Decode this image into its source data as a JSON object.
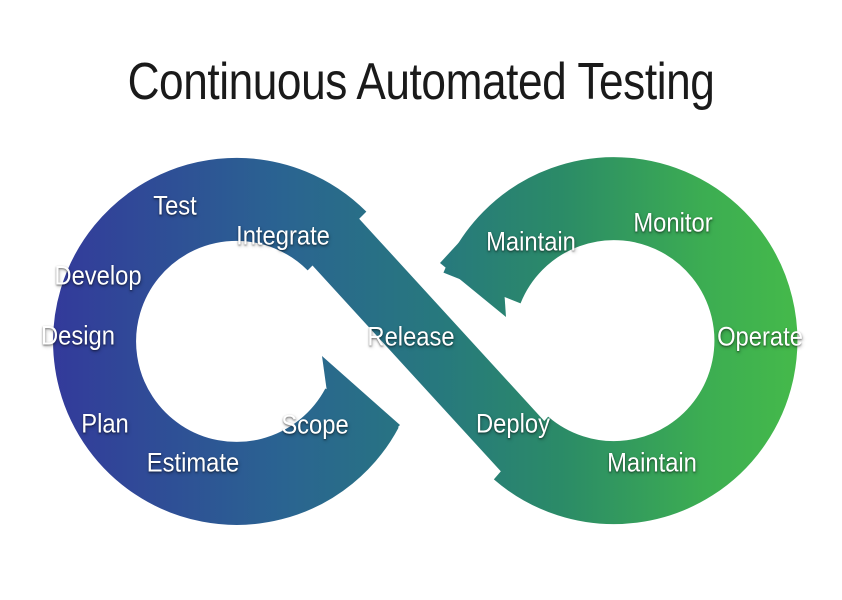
{
  "title": "Continuous Automated Testing",
  "diagram": {
    "type": "infinity-loop",
    "colors": {
      "gradient_left_indigo": "#333a9b",
      "gradient_blue": "#2a6491",
      "gradient_center_teal": "#27797d",
      "gradient_seagreen": "#2b8b67",
      "gradient_green": "#3cad52",
      "gradient_right_green": "#45ba4a",
      "label_text": "#ffffff",
      "title_text": "#1a1a1a",
      "background": "#ffffff"
    },
    "labels": [
      {
        "text": "Test",
        "loop": "left"
      },
      {
        "text": "Integrate",
        "loop": "left"
      },
      {
        "text": "Develop",
        "loop": "left"
      },
      {
        "text": "Design",
        "loop": "left"
      },
      {
        "text": "Plan",
        "loop": "left"
      },
      {
        "text": "Estimate",
        "loop": "left"
      },
      {
        "text": "Scope",
        "loop": "left"
      },
      {
        "text": "Release",
        "loop": "center"
      },
      {
        "text": "Maintain",
        "loop": "right"
      },
      {
        "text": "Monitor",
        "loop": "right"
      },
      {
        "text": "Operate",
        "loop": "right"
      },
      {
        "text": "Deploy",
        "loop": "right"
      },
      {
        "text": "Maintain",
        "loop": "right"
      }
    ]
  }
}
